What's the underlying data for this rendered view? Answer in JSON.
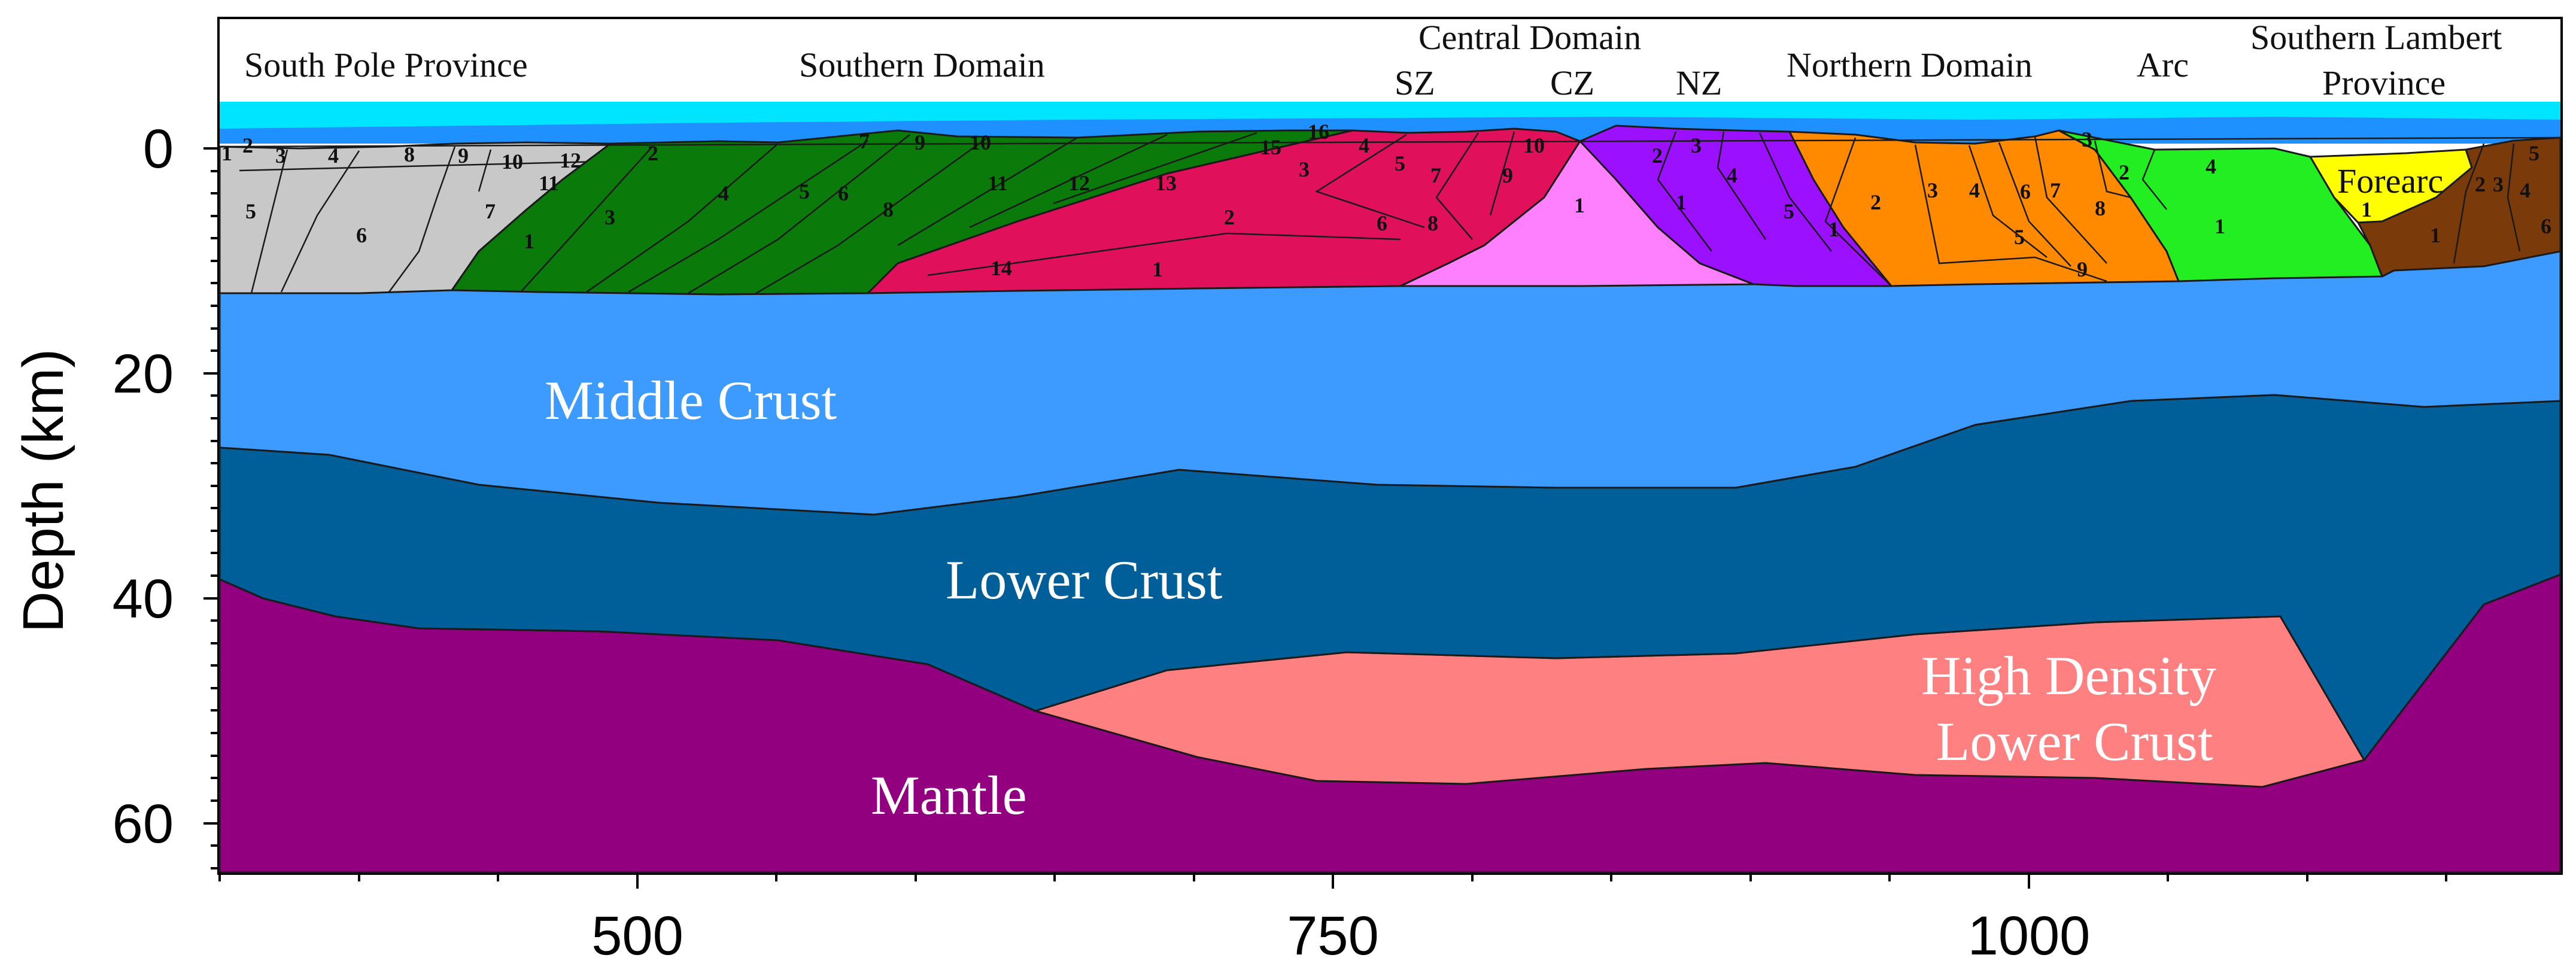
{
  "regions": {
    "south_pole_province": "South Pole Province",
    "southern_domain": "Southern Domain",
    "central_domain": "Central Domain",
    "sz": "SZ",
    "cz": "CZ",
    "nz": "NZ",
    "northern_domain": "Northern Domain",
    "arc": "Arc",
    "southern_lambert_line1": "Southern Lambert",
    "southern_lambert_line2": "Province"
  },
  "layers": {
    "middle_crust": "Middle Crust",
    "lower_crust": "Lower Crust",
    "high_density_line1": "High Density",
    "high_density_line2": "Lower Crust",
    "mantle": "Mantle",
    "forearc": "Forearc"
  },
  "axes": {
    "y_title": "Depth (km)",
    "y_ticks": [
      "0",
      "20",
      "40",
      "60"
    ],
    "x_ticks": [
      "500",
      "750",
      "1000"
    ]
  },
  "colors": {
    "water": "#00e5ff",
    "shelf": "#1e90ff",
    "south_pole": "#c8c8c8",
    "southern": "#0a7a0a",
    "central_south": "#e0105a",
    "central_core": "#ff80ff",
    "central_north": "#9a10ff",
    "northern": "#ff8a00",
    "arc": "#22ee22",
    "forearc": "#ffff00",
    "lambert": "#7a3a0a",
    "middle_crust": "#3d9bff",
    "lower_crust": "#005f99",
    "high_density": "#ff8080",
    "mantle": "#920080"
  },
  "unit_numbers": {
    "south_pole": [
      "1",
      "2",
      "3",
      "4",
      "5",
      "6",
      "7",
      "8",
      "9",
      "10",
      "11",
      "12"
    ],
    "southern": [
      "1",
      "2",
      "3",
      "4",
      "5",
      "6",
      "7",
      "8",
      "9",
      "10",
      "11",
      "12",
      "13",
      "14",
      "15",
      "16"
    ],
    "central_south": [
      "1",
      "2",
      "3",
      "4",
      "5",
      "6",
      "7",
      "8",
      "9",
      "10"
    ],
    "central_core": [
      "1"
    ],
    "central_north": [
      "1",
      "2",
      "3",
      "4",
      "5"
    ],
    "northern": [
      "1",
      "2",
      "3",
      "4",
      "5",
      "6",
      "7",
      "8",
      "9"
    ],
    "arc": [
      "1",
      "2",
      "3",
      "4"
    ],
    "forearc": [
      "1"
    ],
    "lambert": [
      "1",
      "2",
      "3",
      "4",
      "5",
      "6"
    ]
  }
}
